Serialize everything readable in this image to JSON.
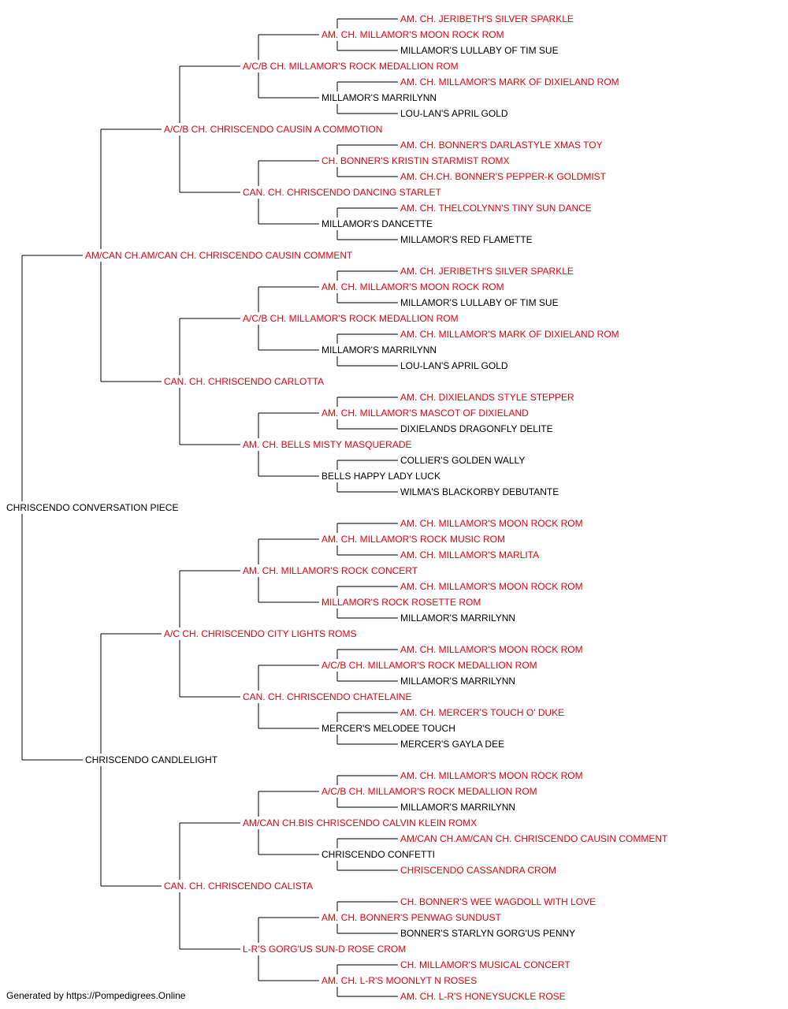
{
  "colors": {
    "champion": "#e8000b",
    "regular": "#000000",
    "line": "#000000"
  },
  "pedigree": {
    "name": "CHRISCENDO CONVERSATION PIECE",
    "champion": false,
    "sire": {
      "name": "AM/CAN CH.AM/CAN CH. CHRISCENDO CAUSIN COMMENT",
      "champion": true,
      "sire": {
        "name": "A/C/B CH. CHRISCENDO CAUSIN A COMMOTION",
        "champion": true,
        "sire": {
          "name": "A/C/B CH. MILLAMOR'S ROCK MEDALLION ROM",
          "champion": true,
          "sire": {
            "name": "AM. CH. MILLAMOR'S MOON ROCK ROM",
            "champion": true,
            "sire": {
              "name": "AM. CH. JERIBETH'S SILVER SPARKLE",
              "champion": true
            },
            "dam": {
              "name": "MILLAMOR'S LULLABY OF TIM SUE",
              "champion": false
            }
          },
          "dam": {
            "name": "MILLAMOR'S MARRILYNN",
            "champion": false,
            "sire": {
              "name": "AM. CH. MILLAMOR'S MARK OF DIXIELAND ROM",
              "champion": true
            },
            "dam": {
              "name": "LOU-LAN'S APRIL GOLD",
              "champion": false
            }
          }
        },
        "dam": {
          "name": "CAN. CH. CHRISCENDO DANCING STARLET",
          "champion": true,
          "sire": {
            "name": "CH. BONNER'S KRISTIN STARMIST ROMX",
            "champion": true,
            "sire": {
              "name": "AM. CH. BONNER'S DARLASTYLE XMAS TOY",
              "champion": true
            },
            "dam": {
              "name": "AM. CH.CH. BONNER'S PEPPER-K GOLDMIST",
              "champion": true
            }
          },
          "dam": {
            "name": "MILLAMOR'S DANCETTE",
            "champion": false,
            "sire": {
              "name": "AM. CH. THELCOLYNN'S TINY SUN DANCE",
              "champion": true
            },
            "dam": {
              "name": "MILLAMOR'S RED FLAMETTE",
              "champion": false
            }
          }
        }
      },
      "dam": {
        "name": "CAN. CH. CHRISCENDO CARLOTTA",
        "champion": true,
        "sire": {
          "name": "A/C/B CH. MILLAMOR'S ROCK MEDALLION ROM",
          "champion": true,
          "sire": {
            "name": "AM. CH. MILLAMOR'S MOON ROCK ROM",
            "champion": true,
            "sire": {
              "name": "AM. CH. JERIBETH'S SILVER SPARKLE",
              "champion": true
            },
            "dam": {
              "name": "MILLAMOR'S LULLABY OF TIM SUE",
              "champion": false
            }
          },
          "dam": {
            "name": "MILLAMOR'S MARRILYNN",
            "champion": false,
            "sire": {
              "name": "AM. CH. MILLAMOR'S MARK OF DIXIELAND ROM",
              "champion": true
            },
            "dam": {
              "name": "LOU-LAN'S APRIL GOLD",
              "champion": false
            }
          }
        },
        "dam": {
          "name": "AM. CH. BELLS MISTY MASQUERADE",
          "champion": true,
          "sire": {
            "name": "AM. CH. MILLAMOR'S MASCOT OF DIXIELAND",
            "champion": true,
            "sire": {
              "name": "AM. CH. DIXIELANDS STYLE STEPPER",
              "champion": true
            },
            "dam": {
              "name": "DIXIELANDS DRAGONFLY DELITE",
              "champion": false
            }
          },
          "dam": {
            "name": "BELLS HAPPY LADY LUCK",
            "champion": false,
            "sire": {
              "name": "COLLIER'S GOLDEN WALLY",
              "champion": false
            },
            "dam": {
              "name": "WILMA'S BLACKORBY DEBUTANTE",
              "champion": false
            }
          }
        }
      }
    },
    "dam": {
      "name": "CHRISCENDO CANDLELIGHT",
      "champion": false,
      "sire": {
        "name": "A/C CH. CHRISCENDO CITY LIGHTS ROMS",
        "champion": true,
        "sire": {
          "name": "AM. CH. MILLAMOR'S ROCK CONCERT",
          "champion": true,
          "sire": {
            "name": "AM. CH. MILLAMOR'S ROCK MUSIC ROM",
            "champion": true,
            "sire": {
              "name": "AM. CH. MILLAMOR'S MOON ROCK ROM",
              "champion": true
            },
            "dam": {
              "name": "AM. CH. MILLAMOR'S MARLITA",
              "champion": true
            }
          },
          "dam": {
            "name": "MILLAMOR'S ROCK ROSETTE ROM",
            "champion": true,
            "sire": {
              "name": "AM. CH. MILLAMOR'S MOON ROCK ROM",
              "champion": true
            },
            "dam": {
              "name": "MILLAMOR'S MARRILYNN",
              "champion": false
            }
          }
        },
        "dam": {
          "name": "CAN. CH. CHRISCENDO CHATELAINE",
          "champion": true,
          "sire": {
            "name": "A/C/B CH. MILLAMOR'S ROCK MEDALLION ROM",
            "champion": true,
            "sire": {
              "name": "AM. CH. MILLAMOR'S MOON ROCK ROM",
              "champion": true
            },
            "dam": {
              "name": "MILLAMOR'S MARRILYNN",
              "champion": false
            }
          },
          "dam": {
            "name": "MERCER'S MELODEE TOUCH",
            "champion": false,
            "sire": {
              "name": "AM. CH. MERCER'S TOUCH O' DUKE",
              "champion": true
            },
            "dam": {
              "name": "MERCER'S GAYLA DEE",
              "champion": false
            }
          }
        }
      },
      "dam": {
        "name": "CAN. CH. CHRISCENDO CALISTA",
        "champion": true,
        "sire": {
          "name": "AM/CAN CH.BIS CHRISCENDO CALVIN KLEIN ROMX",
          "champion": true,
          "sire": {
            "name": "A/C/B CH. MILLAMOR'S ROCK MEDALLION ROM",
            "champion": true,
            "sire": {
              "name": "AM. CH. MILLAMOR'S MOON ROCK ROM",
              "champion": true
            },
            "dam": {
              "name": "MILLAMOR'S MARRILYNN",
              "champion": false
            }
          },
          "dam": {
            "name": "CHRISCENDO CONFETTI",
            "champion": false,
            "sire": {
              "name": "AM/CAN CH.AM/CAN CH. CHRISCENDO CAUSIN COMMENT",
              "champion": true
            },
            "dam": {
              "name": "CHRISCENDO CASSANDRA CROM",
              "champion": true
            }
          }
        },
        "dam": {
          "name": "L-R'S GORG'US SUN-D ROSE CROM",
          "champion": true,
          "sire": {
            "name": "AM. CH. BONNER'S PENWAG SUNDUST",
            "champion": true,
            "sire": {
              "name": "CH. BONNER'S WEE WAGDOLL WITH LOVE",
              "champion": true
            },
            "dam": {
              "name": "BONNER'S STARLYN GORG'US PENNY",
              "champion": false
            }
          },
          "dam": {
            "name": "AM. CH. L-R'S MOONLYT N ROSES",
            "champion": true,
            "sire": {
              "name": "CH. MILLAMOR'S MUSICAL CONCERT",
              "champion": true
            },
            "dam": {
              "name": "AM. CH. L-R'S HONEYSUCKLE ROSE",
              "champion": true
            }
          }
        }
      }
    }
  },
  "footer": {
    "text": "Generated by https://Pompedigrees.Online"
  }
}
